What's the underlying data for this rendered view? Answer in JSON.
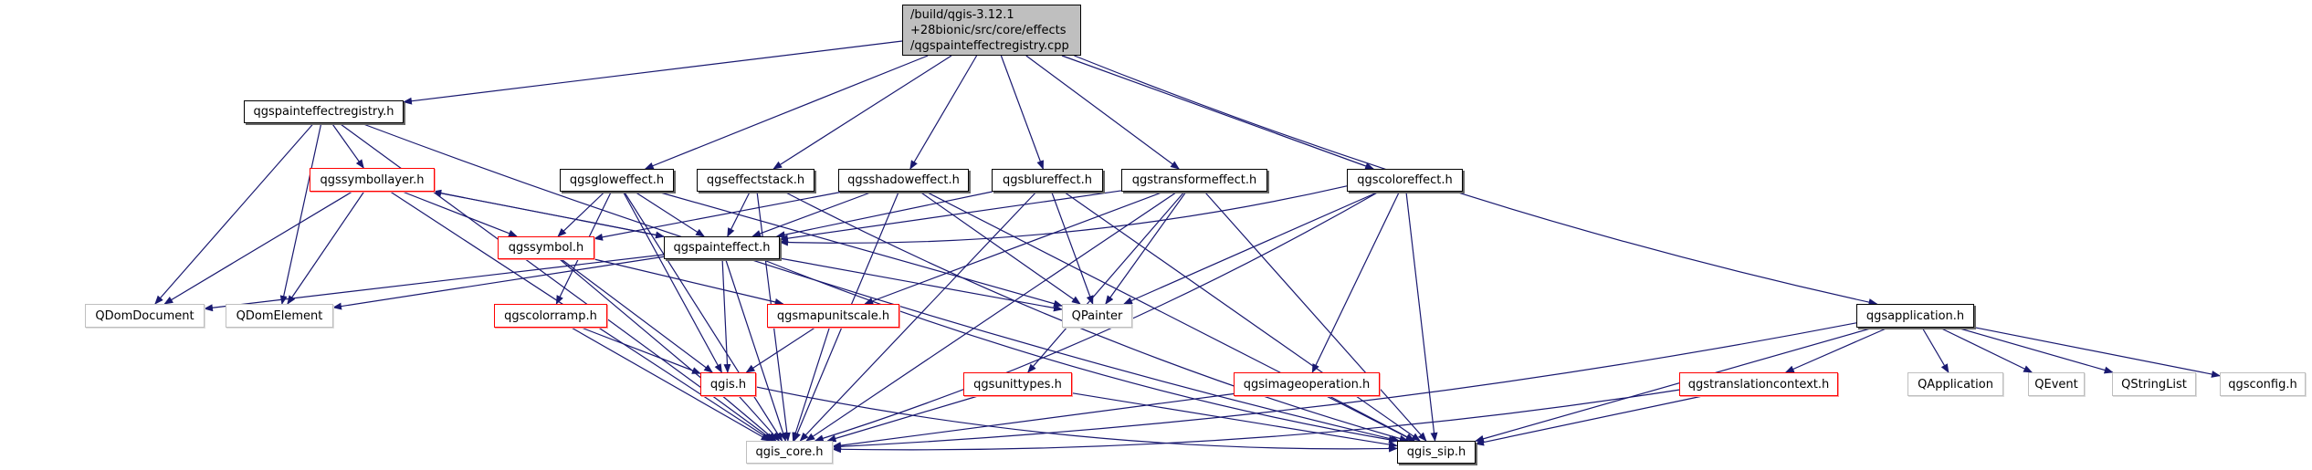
{
  "graph": {
    "title": "/build/qgis-3.12.1+28bionic/src/core/effects/qgspainteffectregistry.cpp",
    "edge_color": "#191970",
    "nodes": [
      {
        "id": "root",
        "label": [
          "/build/qgis-3.12.1",
          "+28bionic/src/core/effects",
          "/qgspainteffectregistry.cpp"
        ],
        "style": "root"
      },
      {
        "id": "registry",
        "label": "qgspainteffectregistry.h",
        "style": "black"
      },
      {
        "id": "symbollayer",
        "label": "qgssymbollayer.h",
        "style": "red"
      },
      {
        "id": "glow",
        "label": "qgsgloweffect.h",
        "style": "black"
      },
      {
        "id": "stack",
        "label": "qgseffectstack.h",
        "style": "black"
      },
      {
        "id": "shadow",
        "label": "qgsshadoweffect.h",
        "style": "black"
      },
      {
        "id": "blur",
        "label": "qgsblureffect.h",
        "style": "black"
      },
      {
        "id": "transform",
        "label": "qgstransformeffect.h",
        "style": "black"
      },
      {
        "id": "color",
        "label": "qgscoloreffect.h",
        "style": "black"
      },
      {
        "id": "symbol",
        "label": "qgssymbol.h",
        "style": "red"
      },
      {
        "id": "painteffect",
        "label": "qgspainteffect.h",
        "style": "black"
      },
      {
        "id": "qdomdoc",
        "label": "QDomDocument",
        "style": "gray"
      },
      {
        "id": "qdomel",
        "label": "QDomElement",
        "style": "gray"
      },
      {
        "id": "colorramp",
        "label": "qgscolorramp.h",
        "style": "red"
      },
      {
        "id": "mapunitscale",
        "label": "qgsmapunitscale.h",
        "style": "red"
      },
      {
        "id": "qpainter",
        "label": "QPainter",
        "style": "gray"
      },
      {
        "id": "qgis",
        "label": "qgis.h",
        "style": "red"
      },
      {
        "id": "unittypes",
        "label": "qgsunittypes.h",
        "style": "red"
      },
      {
        "id": "imageop",
        "label": "qgsimageoperation.h",
        "style": "red"
      },
      {
        "id": "application",
        "label": "qgsapplication.h",
        "style": "black"
      },
      {
        "id": "translation",
        "label": "qgstranslationcontext.h",
        "style": "red"
      },
      {
        "id": "qapplication",
        "label": "QApplication",
        "style": "gray"
      },
      {
        "id": "qevent",
        "label": "QEvent",
        "style": "gray"
      },
      {
        "id": "qstringlist",
        "label": "QStringList",
        "style": "gray"
      },
      {
        "id": "qgsconfig",
        "label": "qgsconfig.h",
        "style": "gray"
      },
      {
        "id": "core",
        "label": "qgis_core.h",
        "style": "gray"
      },
      {
        "id": "sip",
        "label": "qgis_sip.h",
        "style": "black"
      }
    ],
    "edges": [
      [
        "root",
        "registry"
      ],
      [
        "root",
        "glow"
      ],
      [
        "root",
        "stack"
      ],
      [
        "root",
        "shadow"
      ],
      [
        "root",
        "blur"
      ],
      [
        "root",
        "transform"
      ],
      [
        "root",
        "color"
      ],
      [
        "root",
        "application"
      ],
      [
        "registry",
        "symbollayer"
      ],
      [
        "registry",
        "qdomdoc"
      ],
      [
        "registry",
        "qdomel"
      ],
      [
        "registry",
        "core"
      ],
      [
        "registry",
        "sip"
      ],
      [
        "symbollayer",
        "symbol"
      ],
      [
        "symbollayer",
        "painteffect"
      ],
      [
        "symbollayer",
        "qdomdoc"
      ],
      [
        "symbollayer",
        "qdomel"
      ],
      [
        "symbollayer",
        "core"
      ],
      [
        "glow",
        "symbol"
      ],
      [
        "glow",
        "painteffect"
      ],
      [
        "glow",
        "colorramp"
      ],
      [
        "glow",
        "qgis"
      ],
      [
        "glow",
        "qpainter"
      ],
      [
        "glow",
        "core"
      ],
      [
        "stack",
        "painteffect"
      ],
      [
        "stack",
        "sip"
      ],
      [
        "stack",
        "core"
      ],
      [
        "shadow",
        "painteffect"
      ],
      [
        "shadow",
        "symbol"
      ],
      [
        "shadow",
        "qpainter"
      ],
      [
        "shadow",
        "core"
      ],
      [
        "shadow",
        "sip"
      ],
      [
        "blur",
        "painteffect"
      ],
      [
        "blur",
        "qpainter"
      ],
      [
        "blur",
        "core"
      ],
      [
        "blur",
        "sip"
      ],
      [
        "transform",
        "painteffect"
      ],
      [
        "transform",
        "mapunitscale"
      ],
      [
        "transform",
        "qpainter"
      ],
      [
        "transform",
        "unittypes"
      ],
      [
        "transform",
        "core"
      ],
      [
        "transform",
        "sip"
      ],
      [
        "color",
        "painteffect"
      ],
      [
        "color",
        "qpainter"
      ],
      [
        "color",
        "imageop"
      ],
      [
        "color",
        "core"
      ],
      [
        "color",
        "sip"
      ],
      [
        "symbol",
        "mapunitscale"
      ],
      [
        "symbol",
        "qgis"
      ],
      [
        "symbol",
        "core"
      ],
      [
        "painteffect",
        "symbollayer"
      ],
      [
        "painteffect",
        "qdomdoc"
      ],
      [
        "painteffect",
        "qdomel"
      ],
      [
        "painteffect",
        "qpainter"
      ],
      [
        "painteffect",
        "qgis"
      ],
      [
        "painteffect",
        "core"
      ],
      [
        "painteffect",
        "sip"
      ],
      [
        "colorramp",
        "qgis"
      ],
      [
        "colorramp",
        "core"
      ],
      [
        "mapunitscale",
        "qgis"
      ],
      [
        "mapunitscale",
        "core"
      ],
      [
        "qgis",
        "core"
      ],
      [
        "qgis",
        "sip"
      ],
      [
        "unittypes",
        "core"
      ],
      [
        "unittypes",
        "sip"
      ],
      [
        "imageop",
        "core"
      ],
      [
        "imageop",
        "sip"
      ],
      [
        "application",
        "translation"
      ],
      [
        "application",
        "qapplication"
      ],
      [
        "application",
        "qevent"
      ],
      [
        "application",
        "qstringlist"
      ],
      [
        "application",
        "qgsconfig"
      ],
      [
        "application",
        "core"
      ],
      [
        "application",
        "sip"
      ],
      [
        "translation",
        "core"
      ],
      [
        "translation",
        "sip"
      ]
    ]
  }
}
